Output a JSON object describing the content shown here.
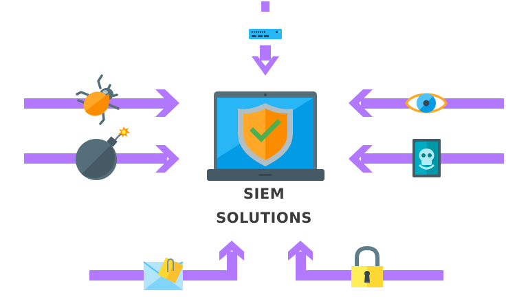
{
  "diagram": {
    "title_line1": "SIEM",
    "title_line2": "SOLUTIONS",
    "center": {
      "icon": "laptop-with-shield-check-icon"
    },
    "colors": {
      "arrow": "#b278ff",
      "laptop_frame": "#546e7a",
      "laptop_base": "#455a64",
      "screen": "#29b6f6",
      "shield_orange": "#ff9800",
      "shield_border": "#b0bec5",
      "check": "#4caf50",
      "text": "#3b3b3b"
    },
    "inputs": [
      {
        "position": "top",
        "icon": "server-icon",
        "direction": "down"
      },
      {
        "position": "left-upper",
        "icon": "bug-icon",
        "direction": "right"
      },
      {
        "position": "left-lower",
        "icon": "bomb-icon",
        "direction": "right"
      },
      {
        "position": "right-upper",
        "icon": "eye-icon",
        "direction": "left"
      },
      {
        "position": "right-lower",
        "icon": "skull-tablet-icon",
        "direction": "left"
      },
      {
        "position": "bottom-left",
        "icon": "email-attachment-icon",
        "direction": "up"
      },
      {
        "position": "bottom-right",
        "icon": "padlock-icon",
        "direction": "up"
      }
    ]
  }
}
